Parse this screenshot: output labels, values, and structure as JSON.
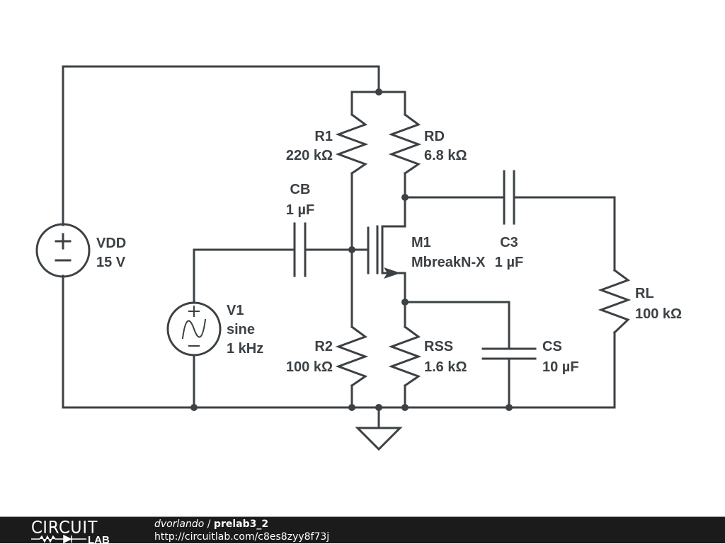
{
  "components": {
    "vdd": {
      "name": "VDD",
      "value": "15 V",
      "type": "dc-voltage-source"
    },
    "v1": {
      "name": "V1",
      "kind": "sine",
      "value": "1 kHz",
      "type": "ac-voltage-source"
    },
    "r1": {
      "name": "R1",
      "value": "220 kΩ",
      "type": "resistor"
    },
    "rd": {
      "name": "RD",
      "value": "6.8 kΩ",
      "type": "resistor"
    },
    "r2": {
      "name": "R2",
      "value": "100 kΩ",
      "type": "resistor"
    },
    "rss": {
      "name": "RSS",
      "value": "1.6 kΩ",
      "type": "resistor"
    },
    "rl": {
      "name": "RL",
      "value": "100 kΩ",
      "type": "resistor"
    },
    "cb": {
      "name": "CB",
      "value": "1 µF",
      "type": "capacitor"
    },
    "c3": {
      "name": "C3",
      "value": "1 µF",
      "type": "capacitor"
    },
    "cs": {
      "name": "CS",
      "value": "10 µF",
      "type": "capacitor"
    },
    "m1": {
      "name": "M1",
      "model": "MbreakN-X",
      "type": "nmos"
    }
  },
  "symbols": {
    "plus": "+",
    "minus": "−"
  },
  "footer": {
    "logo_top": "CIRCUIT",
    "logo_bottom": "LAB",
    "author": "dvorlando",
    "separator": " / ",
    "project": "prelab3_2",
    "url": "http://circuitlab.com/c8es8zyy8f73j"
  },
  "colors": {
    "wire": "#3b4144",
    "footer_bg": "#1b1b1b",
    "footer_text": "#ffffff"
  }
}
